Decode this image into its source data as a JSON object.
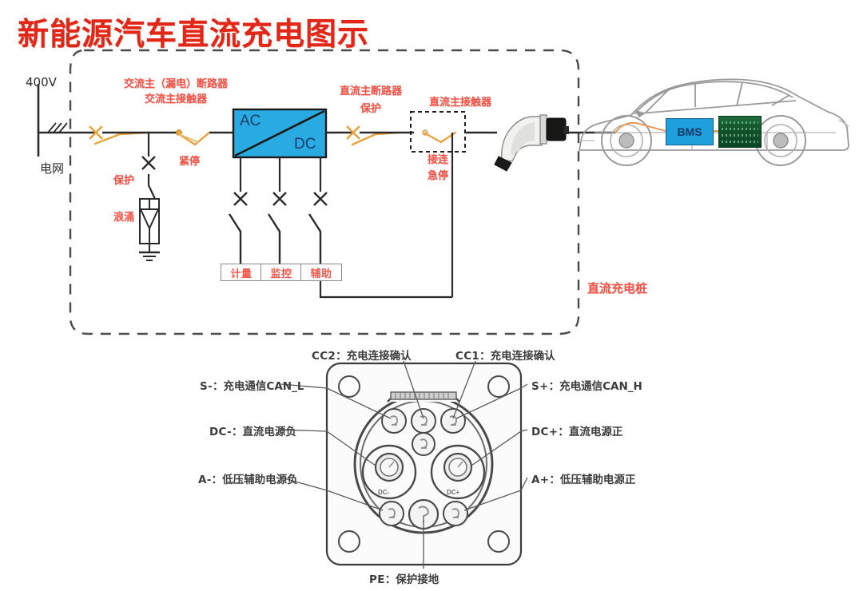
{
  "title": "新能源汽车直流充电图示",
  "grid": {
    "voltage": "400V",
    "name": "电网"
  },
  "station": {
    "enclosure_label": "直流充电桩",
    "ac_breaker_line1": "交流主（漏电）断路器",
    "ac_breaker_line2": "交流主接触器",
    "surge_protect_label": "保护",
    "surge_label": "浪涌",
    "emergency_stop_ac": "紧停",
    "converter": {
      "ac": "AC",
      "dc": "DC"
    },
    "dc_breaker": "直流主断路器",
    "dc_protect": "保护",
    "dc_contactor": "直流主接触器",
    "dc_estop_line1": "接连",
    "dc_estop_line2": "急停",
    "aux_boxes": [
      "计量",
      "监控",
      "辅助"
    ]
  },
  "vehicle": {
    "bms": "BMS"
  },
  "connector": {
    "pins": [
      {
        "code": "CC2",
        "sep": "：",
        "desc": "充电连接确认",
        "side": "top-left"
      },
      {
        "code": "CC1",
        "sep": "：",
        "desc": "充电连接确认",
        "side": "top-right"
      },
      {
        "code": "S-",
        "sep": "：",
        "desc": "充电通信CAN_L",
        "side": "left"
      },
      {
        "code": "S+",
        "sep": "：",
        "desc": "充电通信CAN_H",
        "side": "right"
      },
      {
        "code": "DC-",
        "sep": "：",
        "desc": "直流电源负",
        "side": "left"
      },
      {
        "code": "DC+",
        "sep": "：",
        "desc": "直流电源正",
        "side": "right"
      },
      {
        "code": "A-",
        "sep": "：",
        "desc": "低压辅助电源负",
        "side": "left"
      },
      {
        "code": "A+",
        "sep": "：",
        "desc": "低压辅助电源正",
        "side": "right"
      },
      {
        "code": "PE",
        "sep": "：",
        "desc": "保护接地",
        "side": "bottom"
      }
    ],
    "big_pin_left": "DC-",
    "big_pin_right": "DC+"
  },
  "colors": {
    "title_red": "#e02718",
    "label_red": "#f0564a",
    "converter_blue": "#29abe2",
    "wire_black": "#2b2b2b",
    "switch_orange": "#e8a33d",
    "bms_blue": "#1f9fdc",
    "battery_green": "#12512a"
  }
}
